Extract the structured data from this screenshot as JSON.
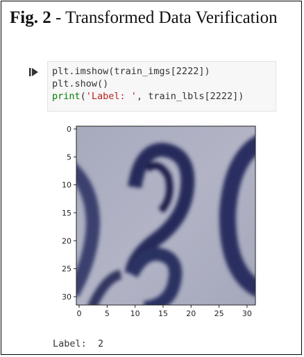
{
  "figure": {
    "fig_label": "Fig. 2",
    "separator": " - ",
    "caption": "Transformed Data Verification"
  },
  "cell": {
    "run_icon": "run-cell-icon",
    "code_lines": [
      {
        "text": "plt.imshow(train_imgs[2222])"
      },
      {
        "text": "plt.show()"
      },
      {
        "fn": "print",
        "open": "(",
        "str": "'Label: '",
        "rest": ", train_lbls[2222])"
      }
    ]
  },
  "plot": {
    "image": "digit-image",
    "x_ticks": [
      "0",
      "5",
      "10",
      "15",
      "20",
      "25",
      "30"
    ],
    "y_ticks": [
      "0",
      "5",
      "10",
      "15",
      "20",
      "25",
      "30"
    ],
    "colors": {
      "background": "#a9acbf",
      "stroke_dark": "#1e2250",
      "stroke_mid": "#5e6494"
    }
  },
  "output": {
    "label_text": "Label:",
    "label_value": "2"
  }
}
